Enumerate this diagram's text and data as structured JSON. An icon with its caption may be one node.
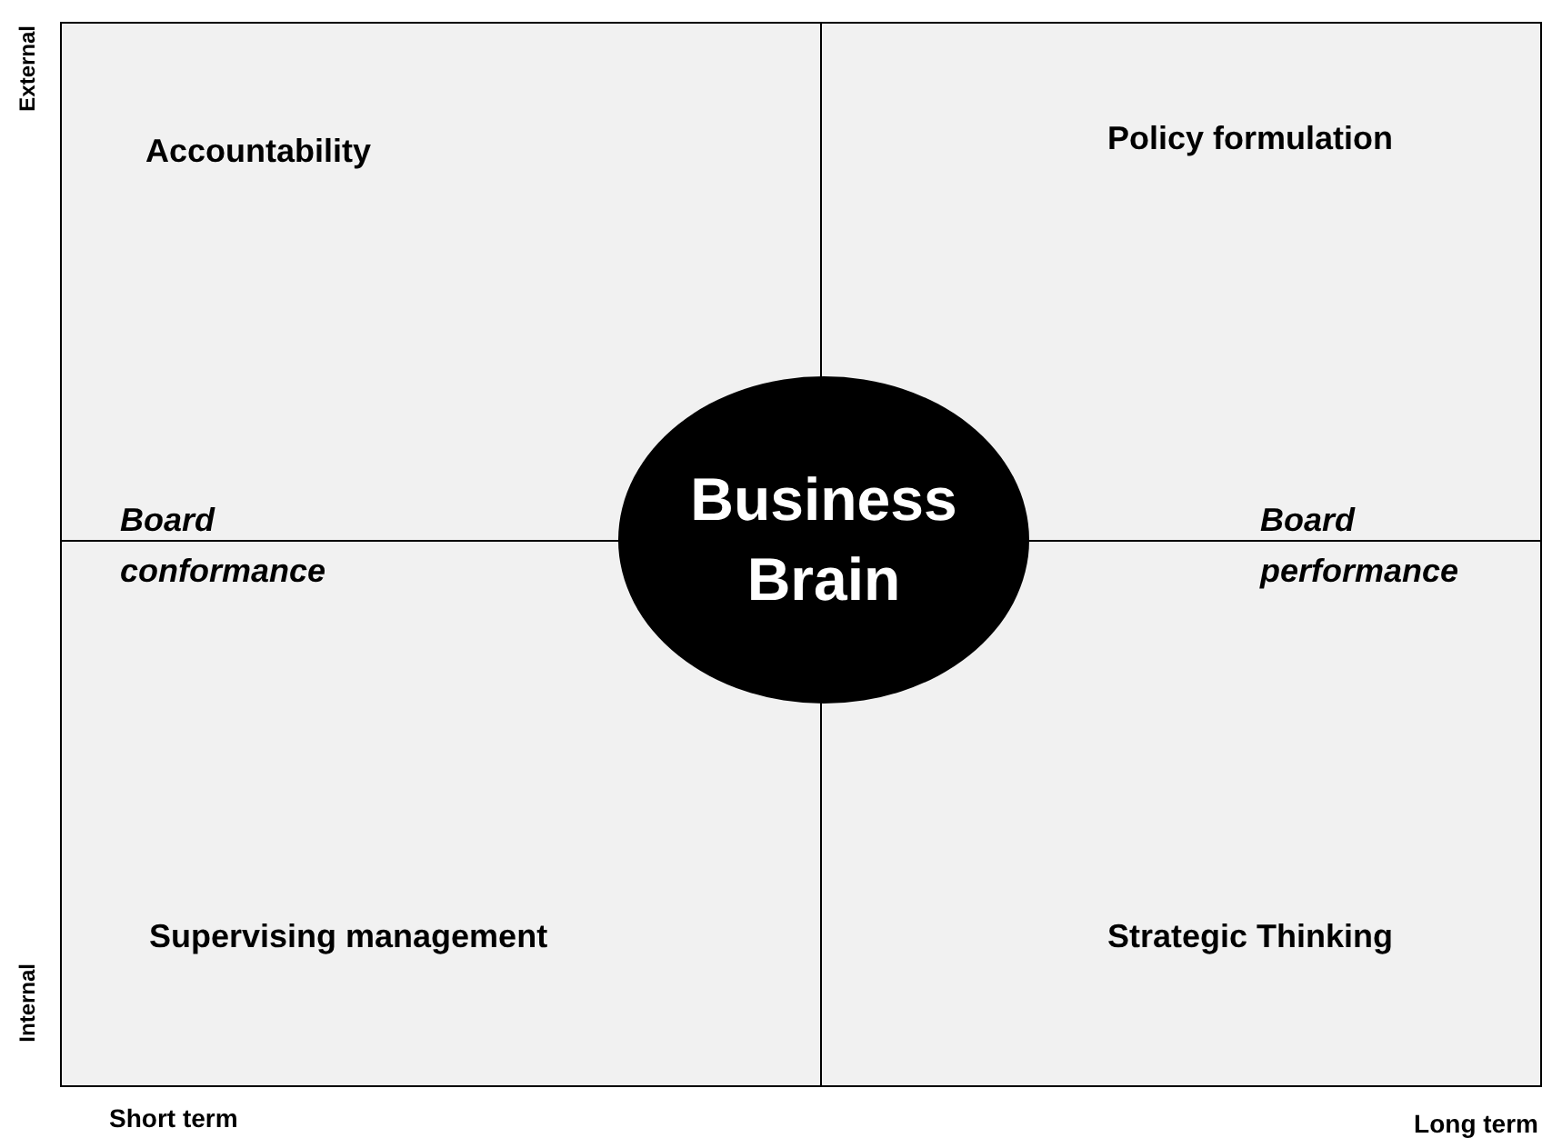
{
  "diagram": {
    "nodes": [
      {
        "text": [
          "Accountability"
        ]
      },
      {
        "text": [
          "Policy formulation"
        ]
      },
      {
        "text": [
          "Supervising management"
        ]
      },
      {
        "text": [
          "Strategic Thinking"
        ]
      },
      {
        "text": [
          "Business Brain"
        ]
      }
    ],
    "labels": [
      "External",
      "Board conformance",
      "Board performance",
      "Internal",
      "Short term",
      "Long term"
    ]
  }
}
